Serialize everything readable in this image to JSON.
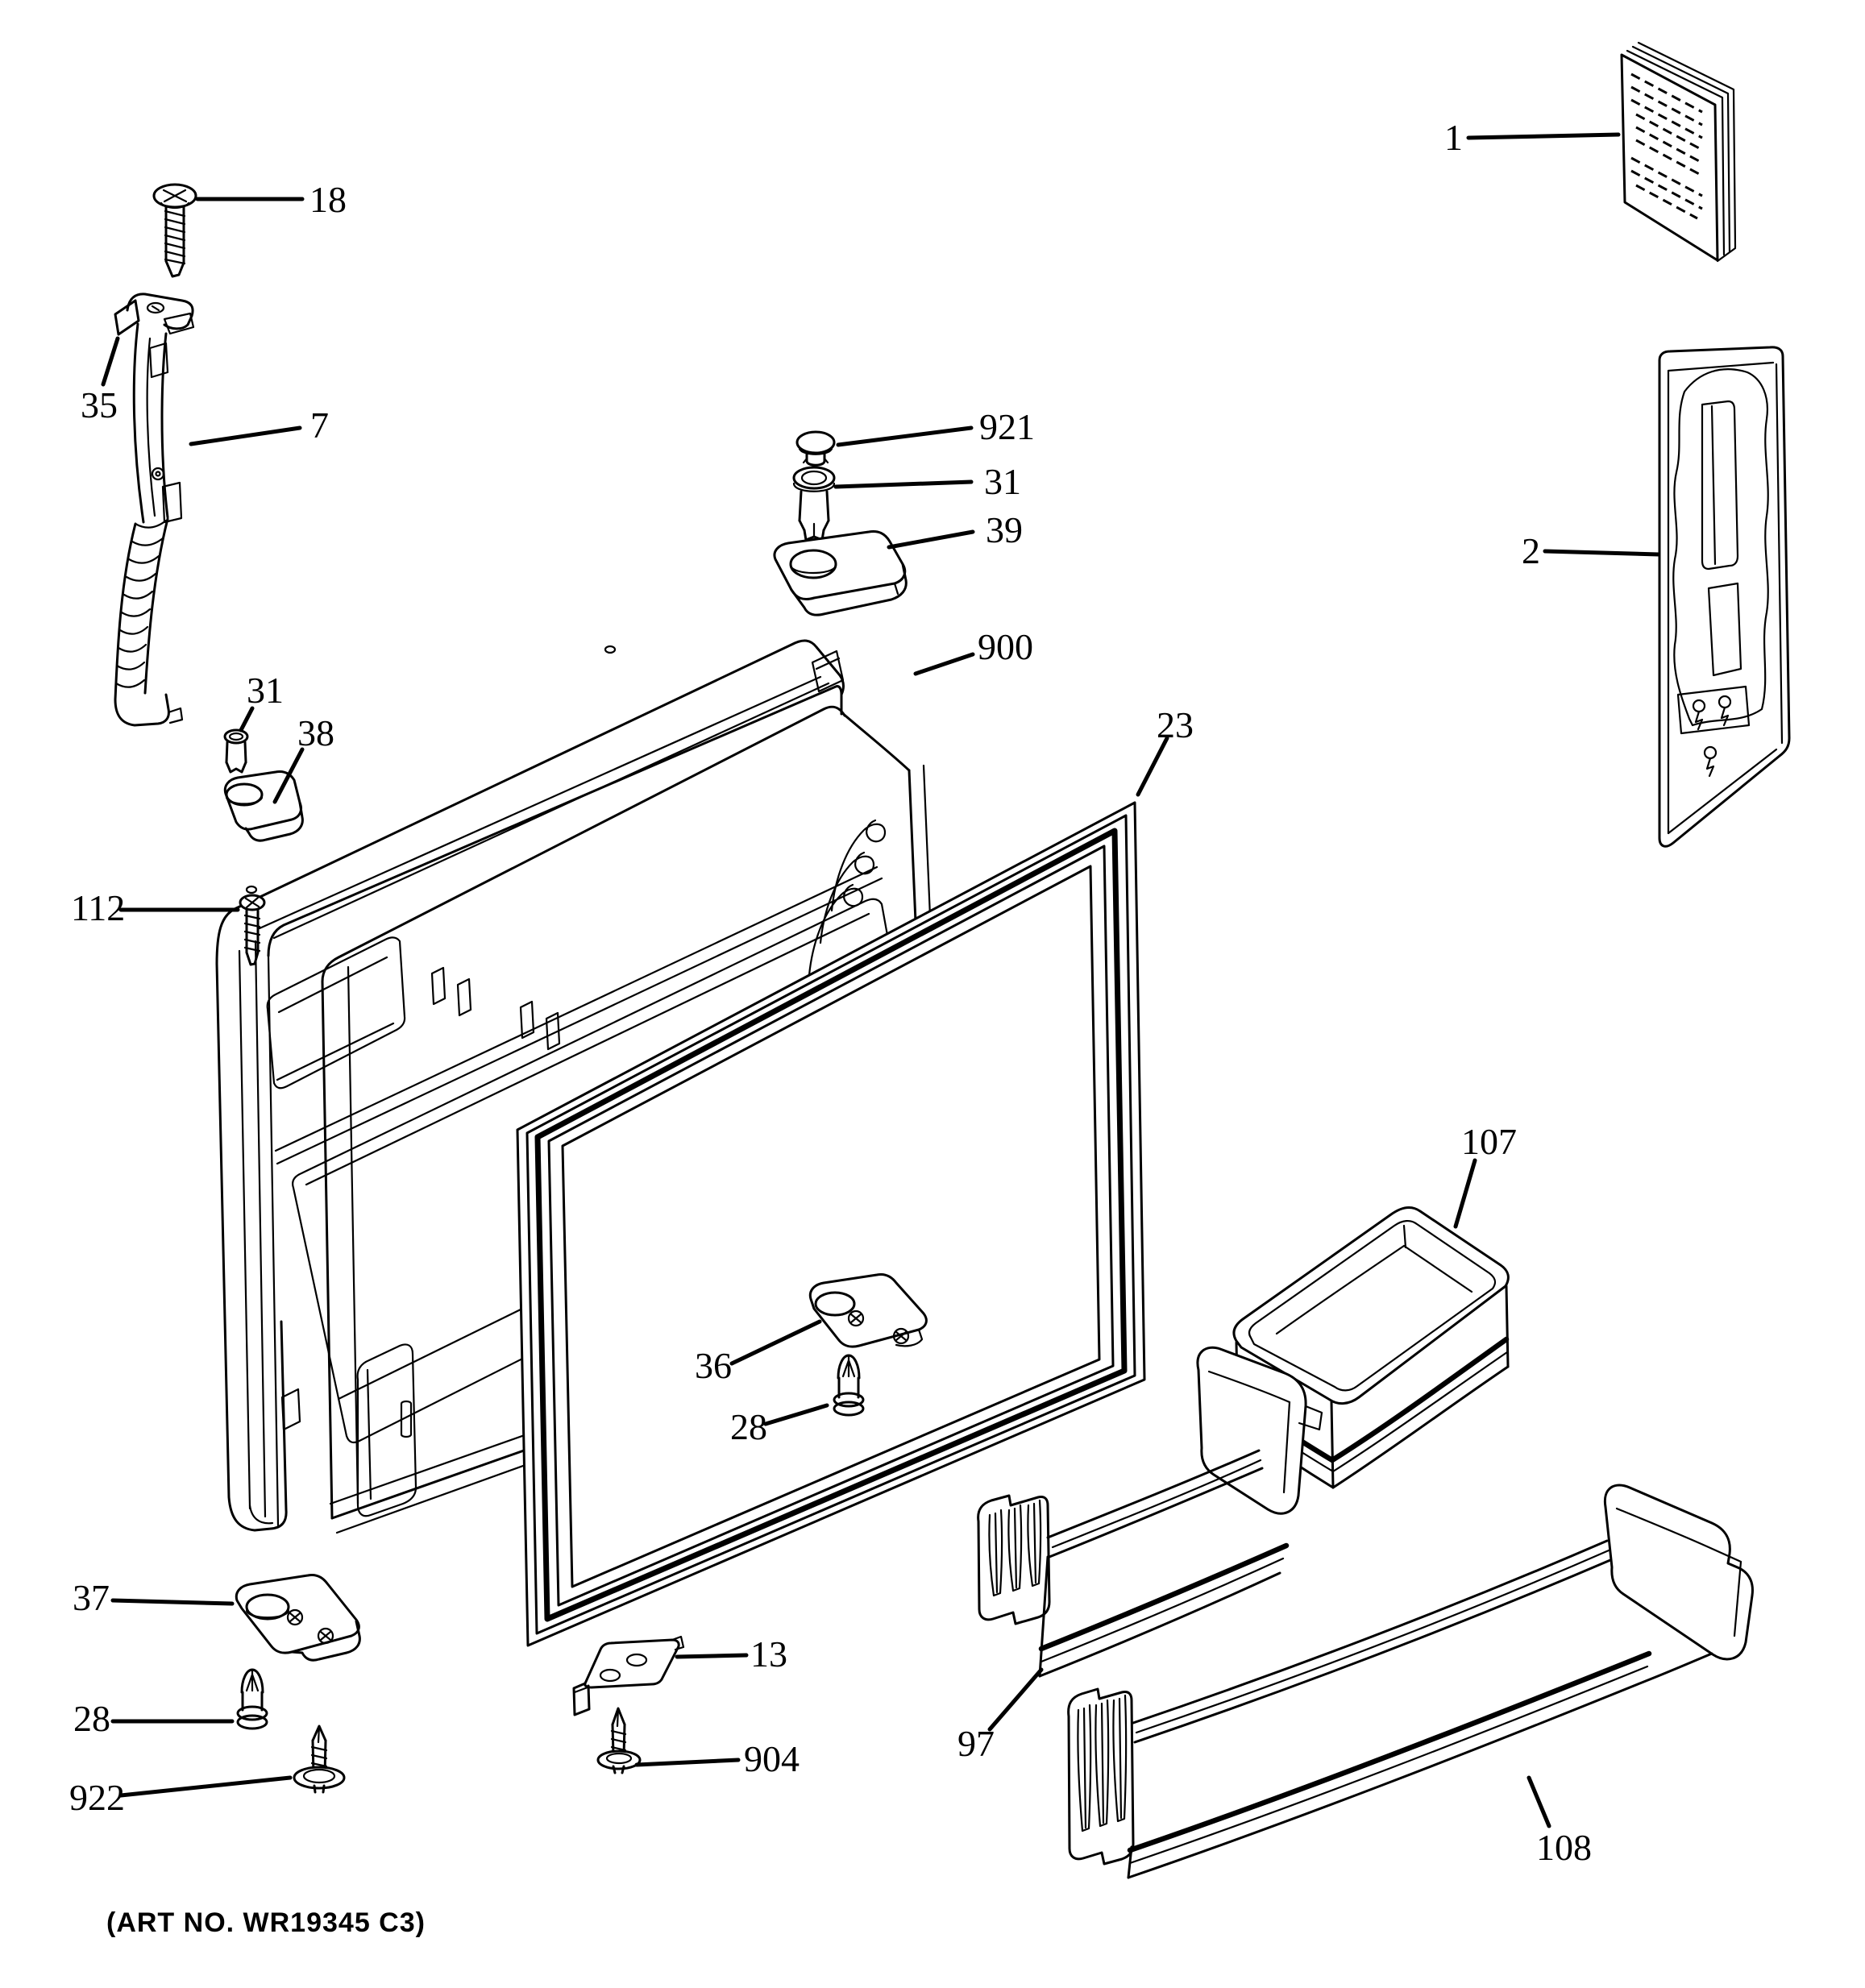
{
  "diagram": {
    "art_no": "(ART NO. WR19345 C3)",
    "background_color": "#ffffff",
    "line_color": "#000000",
    "callouts": {
      "c1": "1",
      "c2": "2",
      "c7": "7",
      "c13": "13",
      "c18": "18",
      "c23": "23",
      "c28_middle": "28",
      "c28_bottom": "28",
      "c31_top": "31",
      "c31_left": "31",
      "c35": "35",
      "c36": "36",
      "c37": "37",
      "c38": "38",
      "c39": "39",
      "c97": "97",
      "c107": "107",
      "c108": "108",
      "c112": "112",
      "c900": "900",
      "c904": "904",
      "c921": "921",
      "c922": "922"
    }
  }
}
